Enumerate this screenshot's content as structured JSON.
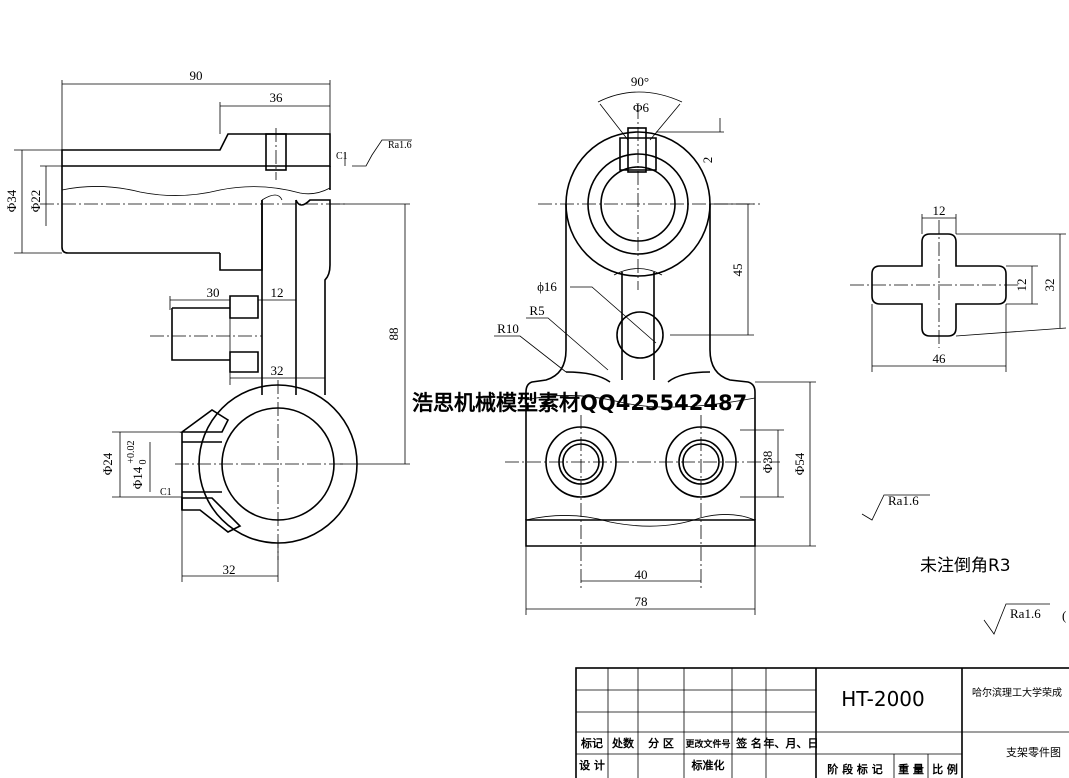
{
  "watermark": "浩思机械模型素材QQ425542487",
  "left_view": {
    "dims": {
      "d90": "90",
      "d36": "36",
      "d30": "30",
      "d12": "12",
      "d32a": "32",
      "d88": "88",
      "d32b": "32",
      "phi34": "Φ34",
      "phi22": "Φ22",
      "phi24": "Φ24",
      "phi14": "Φ14",
      "phi14_tol_upper": "+0.02",
      "phi14_tol_lower": "0",
      "c1_top": "C1",
      "c1_bottom": "C1",
      "ra_top": "Ra1.6"
    }
  },
  "middle_view": {
    "dims": {
      "angle": "90°",
      "phi6": "Φ6",
      "d2": "2",
      "d45": "45",
      "phi16": "ϕ16",
      "r5": "R5",
      "r10": "R10",
      "phi38": "Φ38",
      "phi54": "Φ54",
      "d40": "40",
      "d78": "78",
      "ra": "Ra1.6"
    }
  },
  "section_view": {
    "dims": {
      "d12top": "12",
      "d12side": "12",
      "d32": "32",
      "d46": "46"
    }
  },
  "notes": {
    "chamfer": "未注倒角R3",
    "general_ra": "Ra1.6",
    "general_ra_paren": "("
  },
  "title_block": {
    "drawing_no": "HT-2000",
    "school": "哈尔滨理工大学荣成",
    "part_name": "支架零件图",
    "header_cells": [
      "标记",
      "处数",
      "分 区",
      "更改文件号",
      "签 名",
      "年、月、日"
    ],
    "design_label": "设 计",
    "standardize_label": "标准化",
    "stage_labels": [
      "阶 段 标 记",
      "重 量",
      "比 例"
    ]
  }
}
